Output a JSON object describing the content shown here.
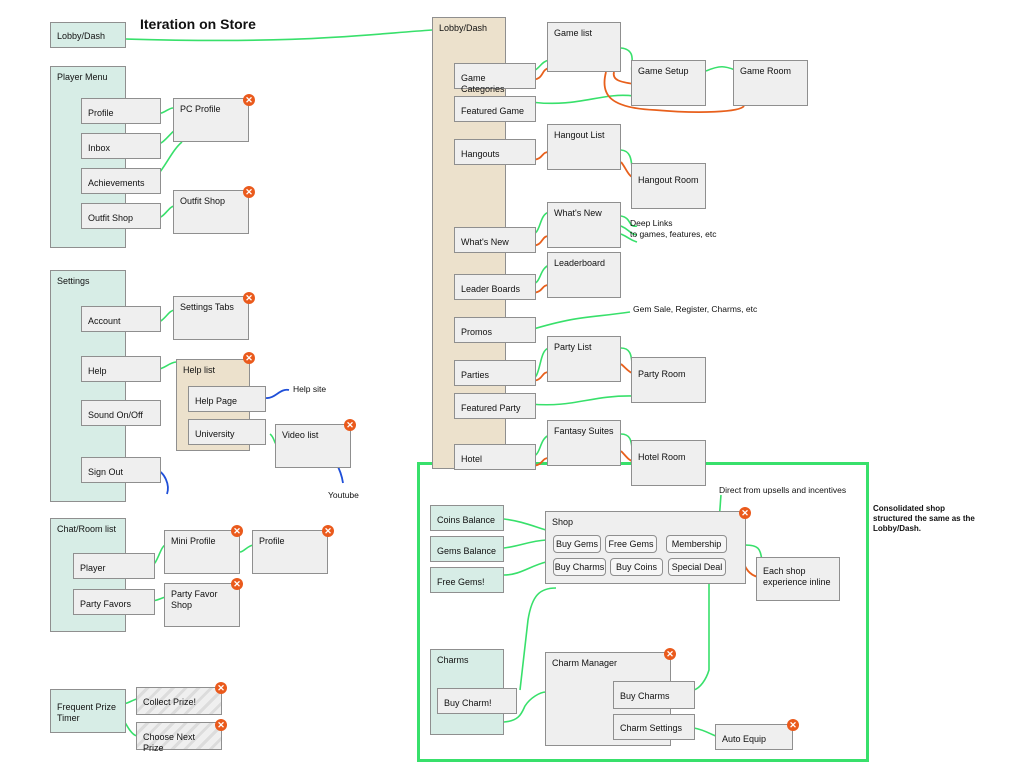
{
  "title": "Iteration on Store",
  "left": {
    "lobby_dash": "Lobby/Dash",
    "player_menu": {
      "header": "Player Menu",
      "items": [
        "Profile",
        "Inbox",
        "Achievements",
        "Outfit Shop"
      ],
      "pc_profile": "PC Profile",
      "outfit_shop": "Outfit Shop"
    },
    "settings": {
      "header": "Settings",
      "items": [
        "Account",
        "Help",
        "Sound On/Off",
        "Sign Out"
      ],
      "settings_tabs": "Settings Tabs",
      "help_list": "Help list",
      "help_page": "Help Page",
      "university": "University",
      "video_list": "Video list",
      "help_site": "Help site",
      "youtube": "Youtube"
    },
    "chat": {
      "header": "Chat/Room list",
      "items": [
        "Player",
        "Party Favors"
      ],
      "mini_profile": "Mini Profile",
      "profile": "Profile",
      "party_favor_shop": "Party Favor Shop"
    },
    "prize": {
      "header": "Frequent Prize Timer",
      "collect": "Collect Prize!",
      "choose": "Choose Next Prize"
    }
  },
  "lobby": {
    "header": "Lobby/Dash",
    "items": [
      "Game Categories",
      "Featured Game",
      "Hangouts",
      "What's New",
      "Leader Boards",
      "Promos",
      "Parties",
      "Featured Party",
      "Hotel"
    ],
    "game_list": "Game list",
    "game_setup": "Game Setup",
    "game_room": "Game Room",
    "hangout_list": "Hangout List",
    "hangout_room": "Hangout Room",
    "whats_new": "What's New",
    "deep_links": "Deep Links\nto games, features, etc",
    "leaderboard": "Leaderboard",
    "promo_note": "Gem Sale, Register, Charms, etc",
    "party_list": "Party List",
    "party_room": "Party Room",
    "fantasy_suites": "Fantasy Suites",
    "hotel_room": "Hotel Room"
  },
  "store": {
    "balances": [
      "Coins Balance",
      "Gems Balance",
      "Free Gems!"
    ],
    "shop": "Shop",
    "shop_buttons": [
      "Buy Gems",
      "Free Gems",
      "Membership",
      "Buy Charms",
      "Buy Coins",
      "Special Deal"
    ],
    "direct_note": "Direct from upsells and incentives",
    "inline": "Each shop experience inline",
    "charms": "Charms",
    "buy_charm": "Buy Charm!",
    "charm_manager": "Charm Manager",
    "buy_charms": "Buy Charms",
    "charm_settings": "Charm Settings",
    "auto_equip": "Auto Equip",
    "consolidated_note": "Consolidated shop\nstructured the same as the\nLobby/Dash."
  },
  "colors": {
    "green": "#38e06b",
    "orange": "#e8601c",
    "blue": "#1f4fd8",
    "teal": "#d7ede6",
    "beige": "#ece1cc",
    "close": "#ea5a1c"
  }
}
